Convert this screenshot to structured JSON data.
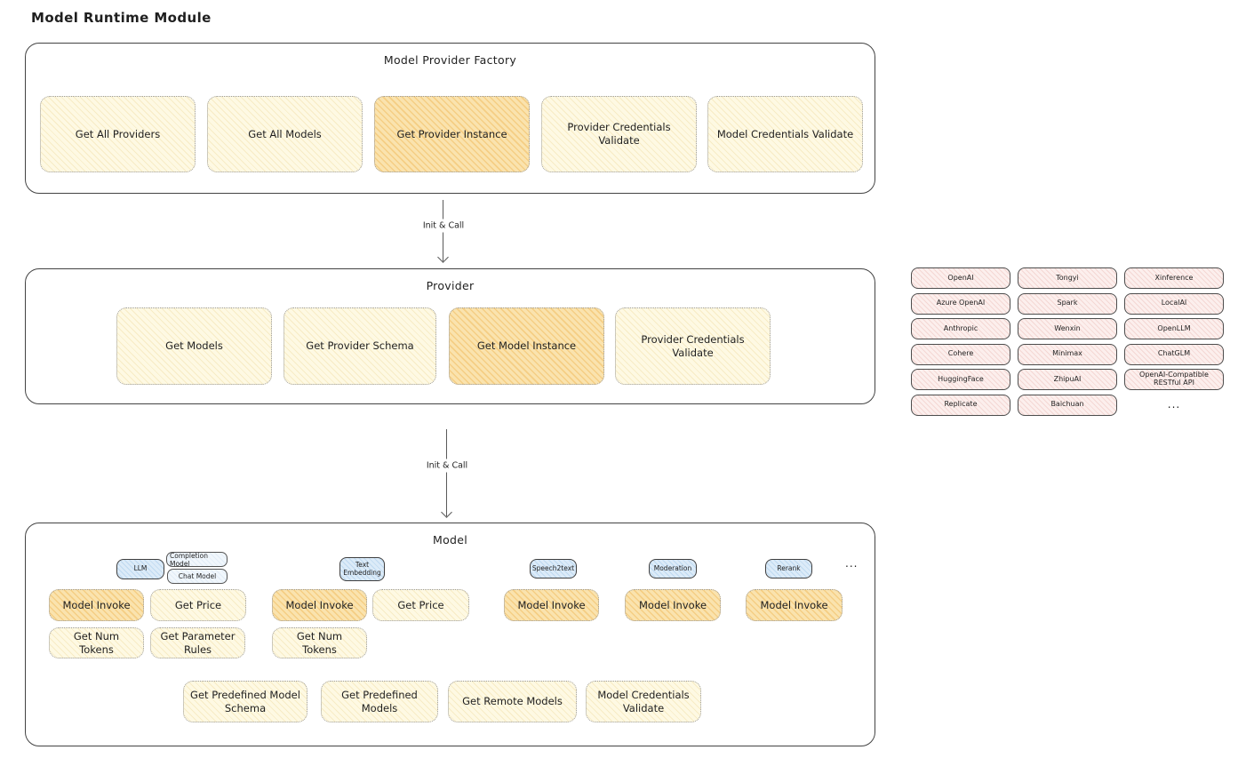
{
  "page_title": "Model Runtime Module",
  "factory": {
    "title": "Model Provider Factory",
    "boxes": [
      {
        "label": "Get All Providers",
        "highlight": false
      },
      {
        "label": "Get All Models",
        "highlight": false
      },
      {
        "label": "Get Provider Instance",
        "highlight": true
      },
      {
        "label": "Provider Credentials Validate",
        "highlight": false
      },
      {
        "label": "Model Credentials Validate",
        "highlight": false
      }
    ]
  },
  "arrows": {
    "a1": "Init & Call",
    "a2": "Init & Call"
  },
  "provider": {
    "title": "Provider",
    "boxes": [
      {
        "label": "Get Models",
        "highlight": false
      },
      {
        "label": "Get Provider Schema",
        "highlight": false
      },
      {
        "label": "Get Model Instance",
        "highlight": true
      },
      {
        "label": "Provider Credentials Validate",
        "highlight": false
      }
    ]
  },
  "providers": {
    "items": [
      "OpenAI",
      "Tongyi",
      "Xinference",
      "Azure OpenAI",
      "Spark",
      "LocalAI",
      "Anthropic",
      "Wenxin",
      "OpenLLM",
      "Cohere",
      "Minimax",
      "ChatGLM",
      "HuggingFace",
      "ZhipuAI",
      "OpenAI-Compatible RESTful API",
      "Replicate",
      "Baichuan",
      "..."
    ]
  },
  "model": {
    "title": "Model",
    "tags": {
      "llm": "LLM",
      "completion": "Completion Model",
      "chat": "Chat Model",
      "text_embedding": "Text Embedding",
      "speech2text": "Speech2text",
      "moderation": "Moderation",
      "rerank": "Rerank",
      "more": "..."
    },
    "row1": [
      "Model Invoke",
      "Get Price",
      "Model Invoke",
      "Get Price",
      "Model Invoke",
      "Model Invoke",
      "Model Invoke"
    ],
    "row2": [
      "Get Num Tokens",
      "Get Parameter Rules",
      "Get Num Tokens"
    ],
    "row3": [
      "Get Predefined Model Schema",
      "Get Predefined Models",
      "Get Remote Models",
      "Model Credentials Validate"
    ]
  },
  "colors": {
    "cream": "#FEF9E3",
    "orange": "#FAE3AE",
    "pink": "#FCEFED",
    "blue": "#DCEBF8"
  }
}
